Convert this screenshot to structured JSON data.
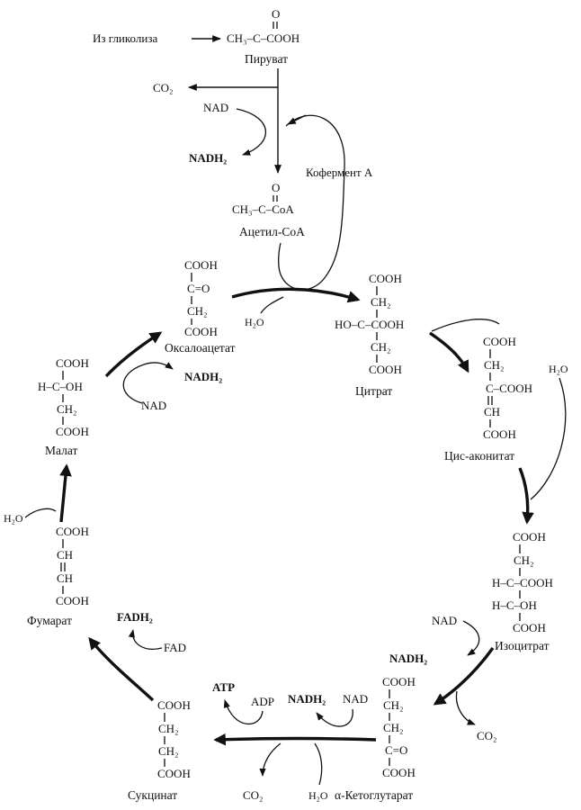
{
  "top": {
    "from_glycolysis": "Из гликолиза",
    "ch3": "CH₃–C–COOH",
    "o": "O",
    "pyruvate": "Пируват",
    "co2": "CO₂",
    "nad": "NAD",
    "nadh2": "NADH₂",
    "coenzyme_a": "Кофермент А",
    "acetyl_formula": "CH₃–C–CoA",
    "acetyl_name": "Ацетил-CoA"
  },
  "oxaloacetate": {
    "l1": "COOH",
    "l2": "C=O",
    "l3": "CH₂",
    "l4": "COOH",
    "name": "Оксалоацетат"
  },
  "citrate": {
    "l1": "COOH",
    "l2": "CH₂",
    "l3": "HO–C–COOH",
    "l4": "CH₂",
    "l5": "COOH",
    "name": "Цитрат",
    "h2o": "H₂O"
  },
  "cis_aconitate": {
    "l1": "COOH",
    "l2": "CH₂",
    "l3": "C–COOH",
    "l4": "CH",
    "l5": "COOH",
    "name": "Цис-аконитат",
    "h2o": "H₂O"
  },
  "isocitrate": {
    "l1": "COOH",
    "l2": "CH₂",
    "l3": "H–C–COOH",
    "l4": "H–C–OH",
    "l5": "COOH",
    "name": "Изоцитрат",
    "nad": "NAD",
    "nadh2": "NADH₂",
    "co2": "CO₂"
  },
  "ketoglutarate": {
    "l1": "COOH",
    "l2": "CH₂",
    "l3": "CH₂",
    "l4": "C=O",
    "l5": "COOH",
    "name": "α-Кетоглутарат",
    "nad": "NAD",
    "nadh2": "NADH₂",
    "co2": "CO₂",
    "h2o": "H₂O"
  },
  "succinate": {
    "l1": "COOH",
    "l2": "CH₂",
    "l3": "CH₂",
    "l4": "COOH",
    "name": "Сукцинат",
    "atp": "ATP",
    "adp": "ADP"
  },
  "fumarate": {
    "l1": "COOH",
    "l2": "CH",
    "l3": "CH",
    "l4": "COOH",
    "name": "Фумарат",
    "fad": "FAD",
    "fadh2": "FADH₂",
    "h2o": "H₂O"
  },
  "malate": {
    "l1": "COOH",
    "l2": "H–C–OH",
    "l3": "CH₂",
    "l4": "COOH",
    "name": "Малат",
    "nad": "NAD",
    "nadh2": "NADH₂"
  }
}
